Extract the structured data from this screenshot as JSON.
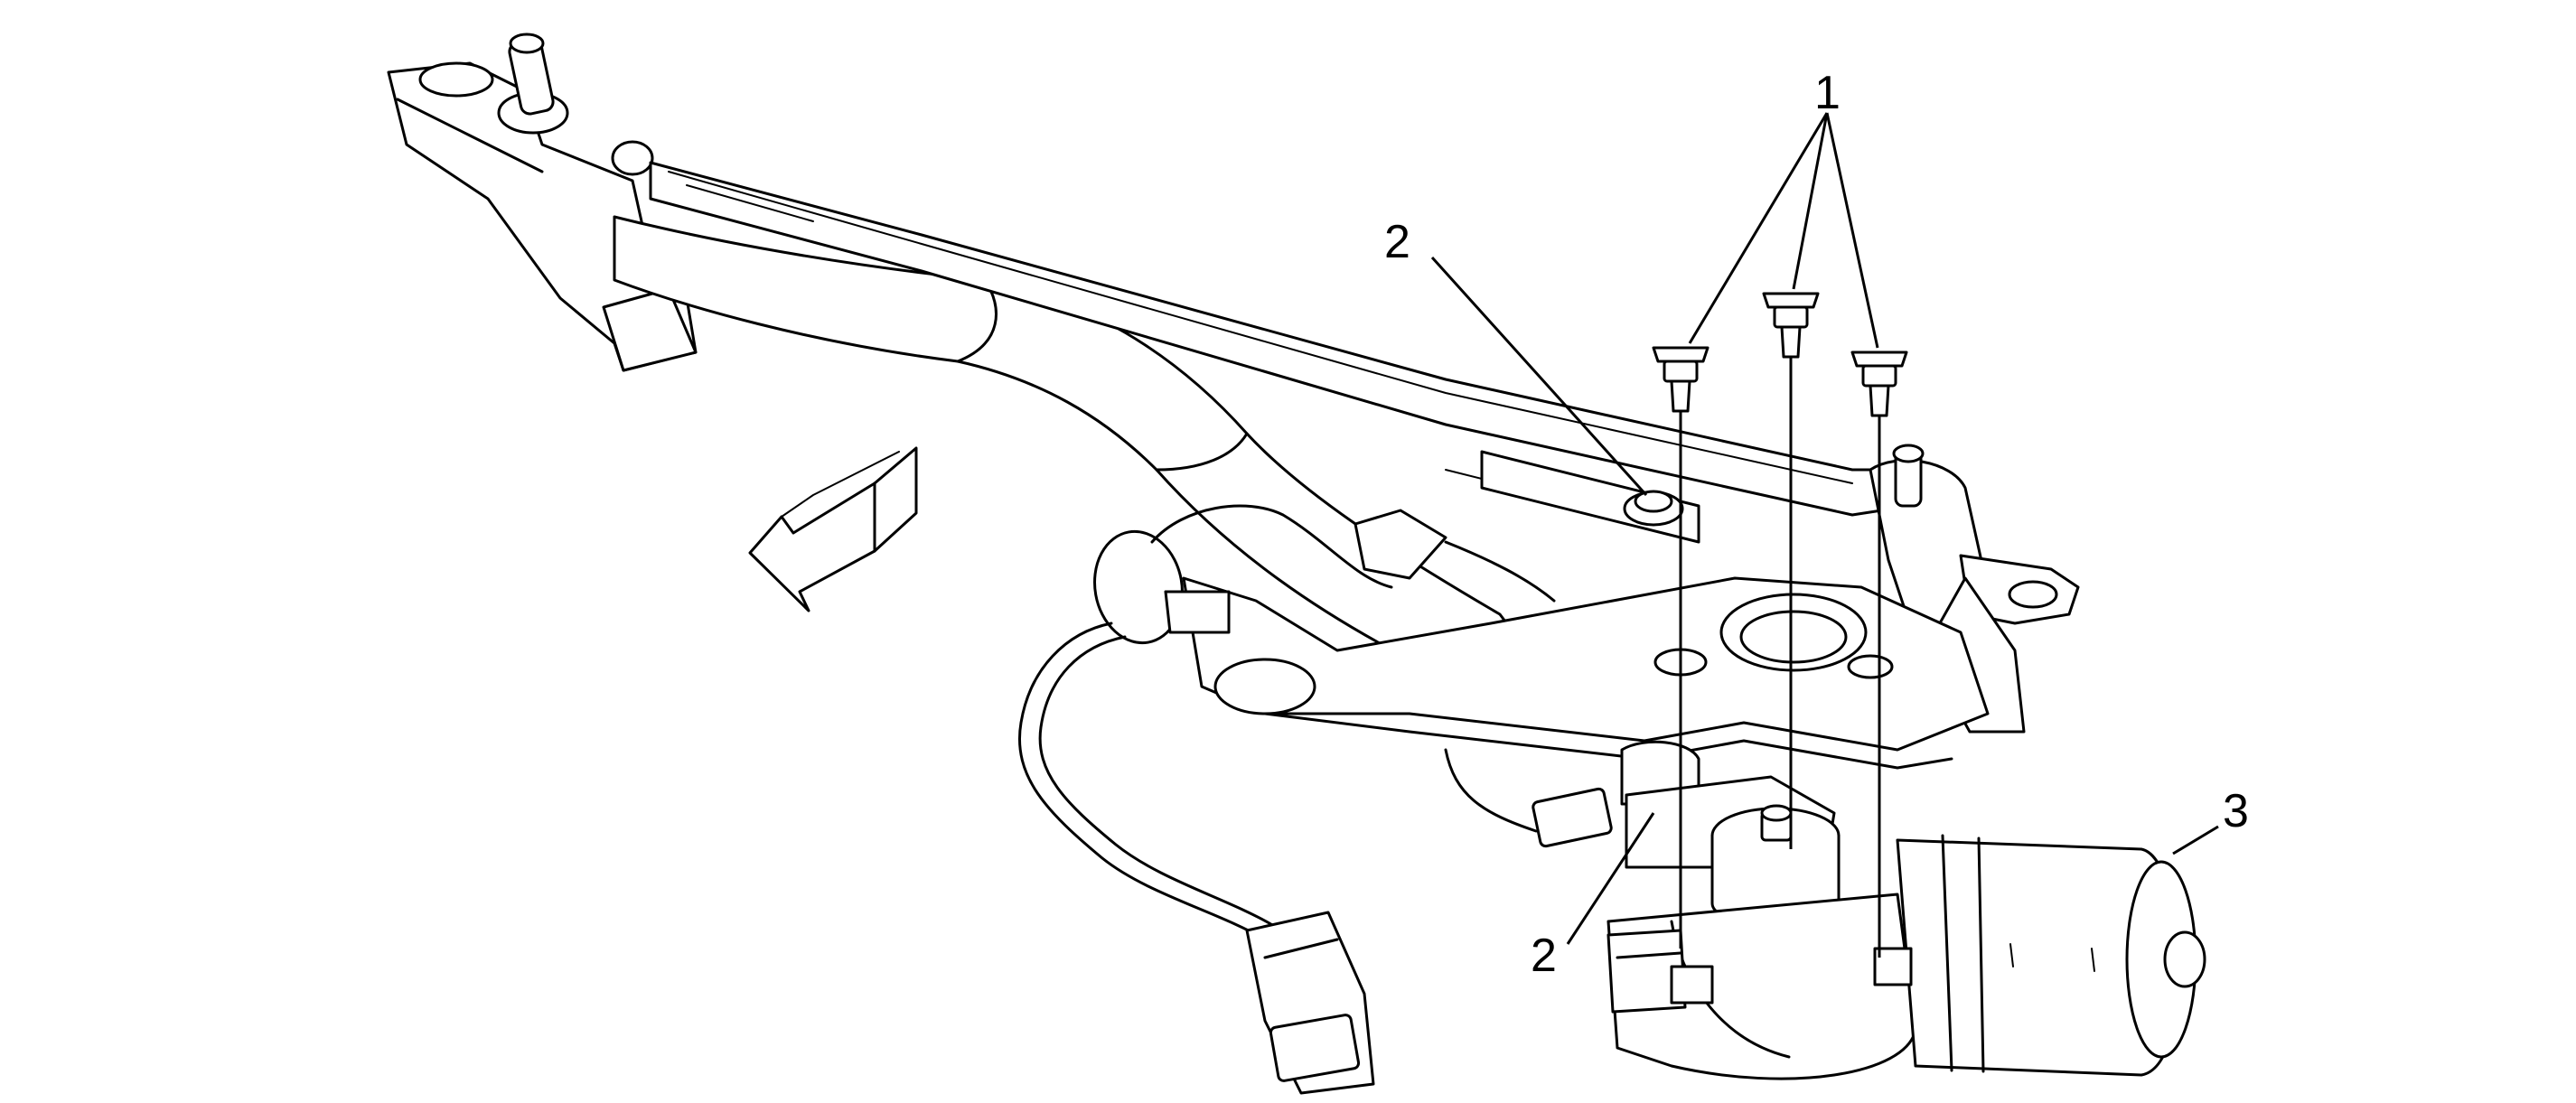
{
  "diagram": {
    "callouts": [
      {
        "id": "c1",
        "label": "1"
      },
      {
        "id": "c2a",
        "label": "2"
      },
      {
        "id": "c2b",
        "label": "2"
      },
      {
        "id": "c3",
        "label": "3"
      }
    ],
    "icons": {
      "direction_arrow": "forward-arrow-icon"
    }
  }
}
